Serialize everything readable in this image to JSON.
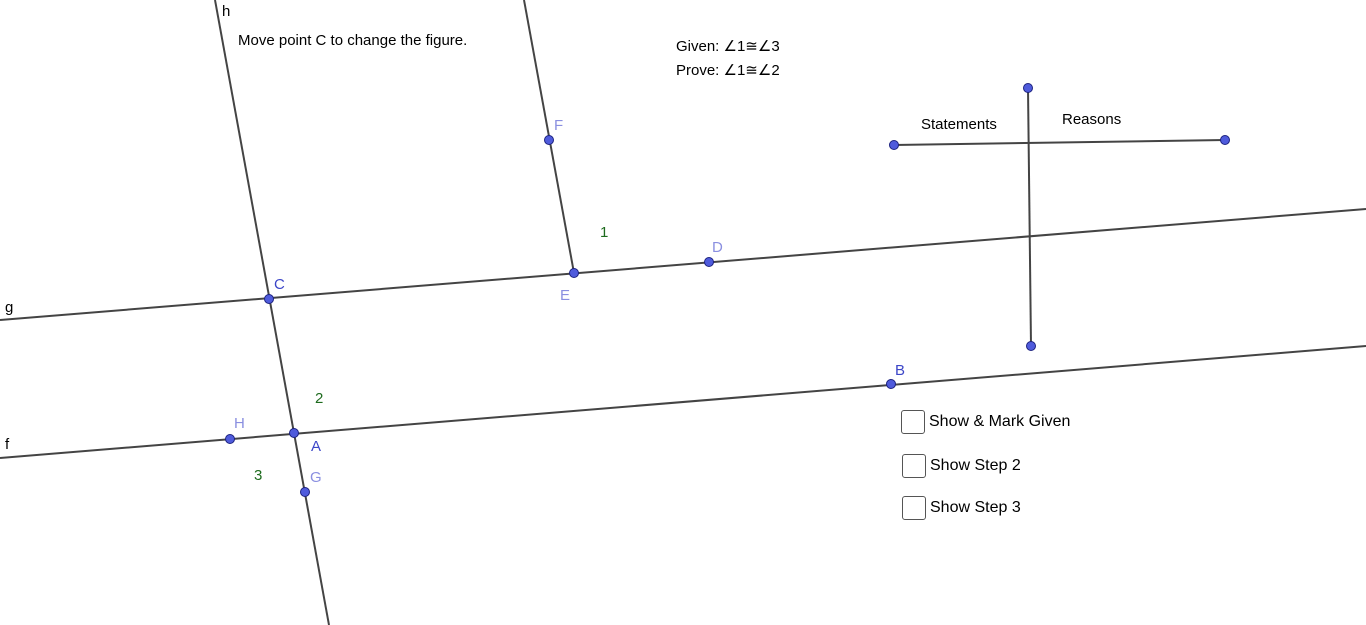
{
  "instruction": "Move point C to change the figure.",
  "given": "Given: ∠1≅∠3",
  "prove": "Prove: ∠1≅∠2",
  "table": {
    "col1": "Statements",
    "col2": "Reasons"
  },
  "line_labels": {
    "g": "g",
    "f": "f",
    "h": "h"
  },
  "point_labels": {
    "A": "A",
    "B": "B",
    "C": "C",
    "D": "D",
    "E": "E",
    "F": "F",
    "G": "G",
    "H": "H"
  },
  "angle_labels": {
    "a1": "1",
    "a2": "2",
    "a3": "3"
  },
  "checkboxes": [
    {
      "label": "Show & Mark Given",
      "checked": false
    },
    {
      "label": "Show Step 2",
      "checked": false
    },
    {
      "label": "Show Step 3",
      "checked": false
    }
  ],
  "colors": {
    "line": "#444444",
    "point": "#4f5bdc",
    "angle_label": "#1e6b1e"
  }
}
